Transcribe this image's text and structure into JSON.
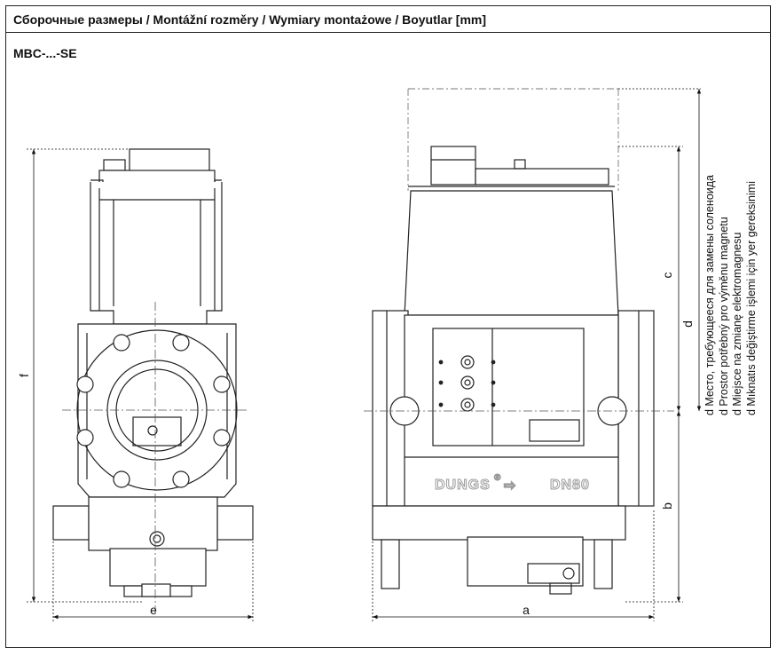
{
  "header": {
    "title": "Сборочные размеры / Montážní rozměry / Wymiary montażowe / Boyutlar  [mm]",
    "model": "MBC-...-SE"
  },
  "dimensions": {
    "a": "a",
    "b": "b",
    "c": "c",
    "d": "d",
    "e": "e",
    "f": "f"
  },
  "nameplate": {
    "brand": "DUNGS",
    "registered": "®",
    "arrow": "⇨",
    "size": "DN80"
  },
  "note": {
    "lines": [
      "d Место, требующееся для замены соленоида",
      "d Prostor potřebný pro výměnu magnetu",
      "d Miejsce na zmianę elektromagnesu",
      "d Mıknatıs değiştirme işlemi için yer gereksinimi"
    ]
  },
  "icons": {
    "flow_arrow": "arrow-right-icon"
  }
}
